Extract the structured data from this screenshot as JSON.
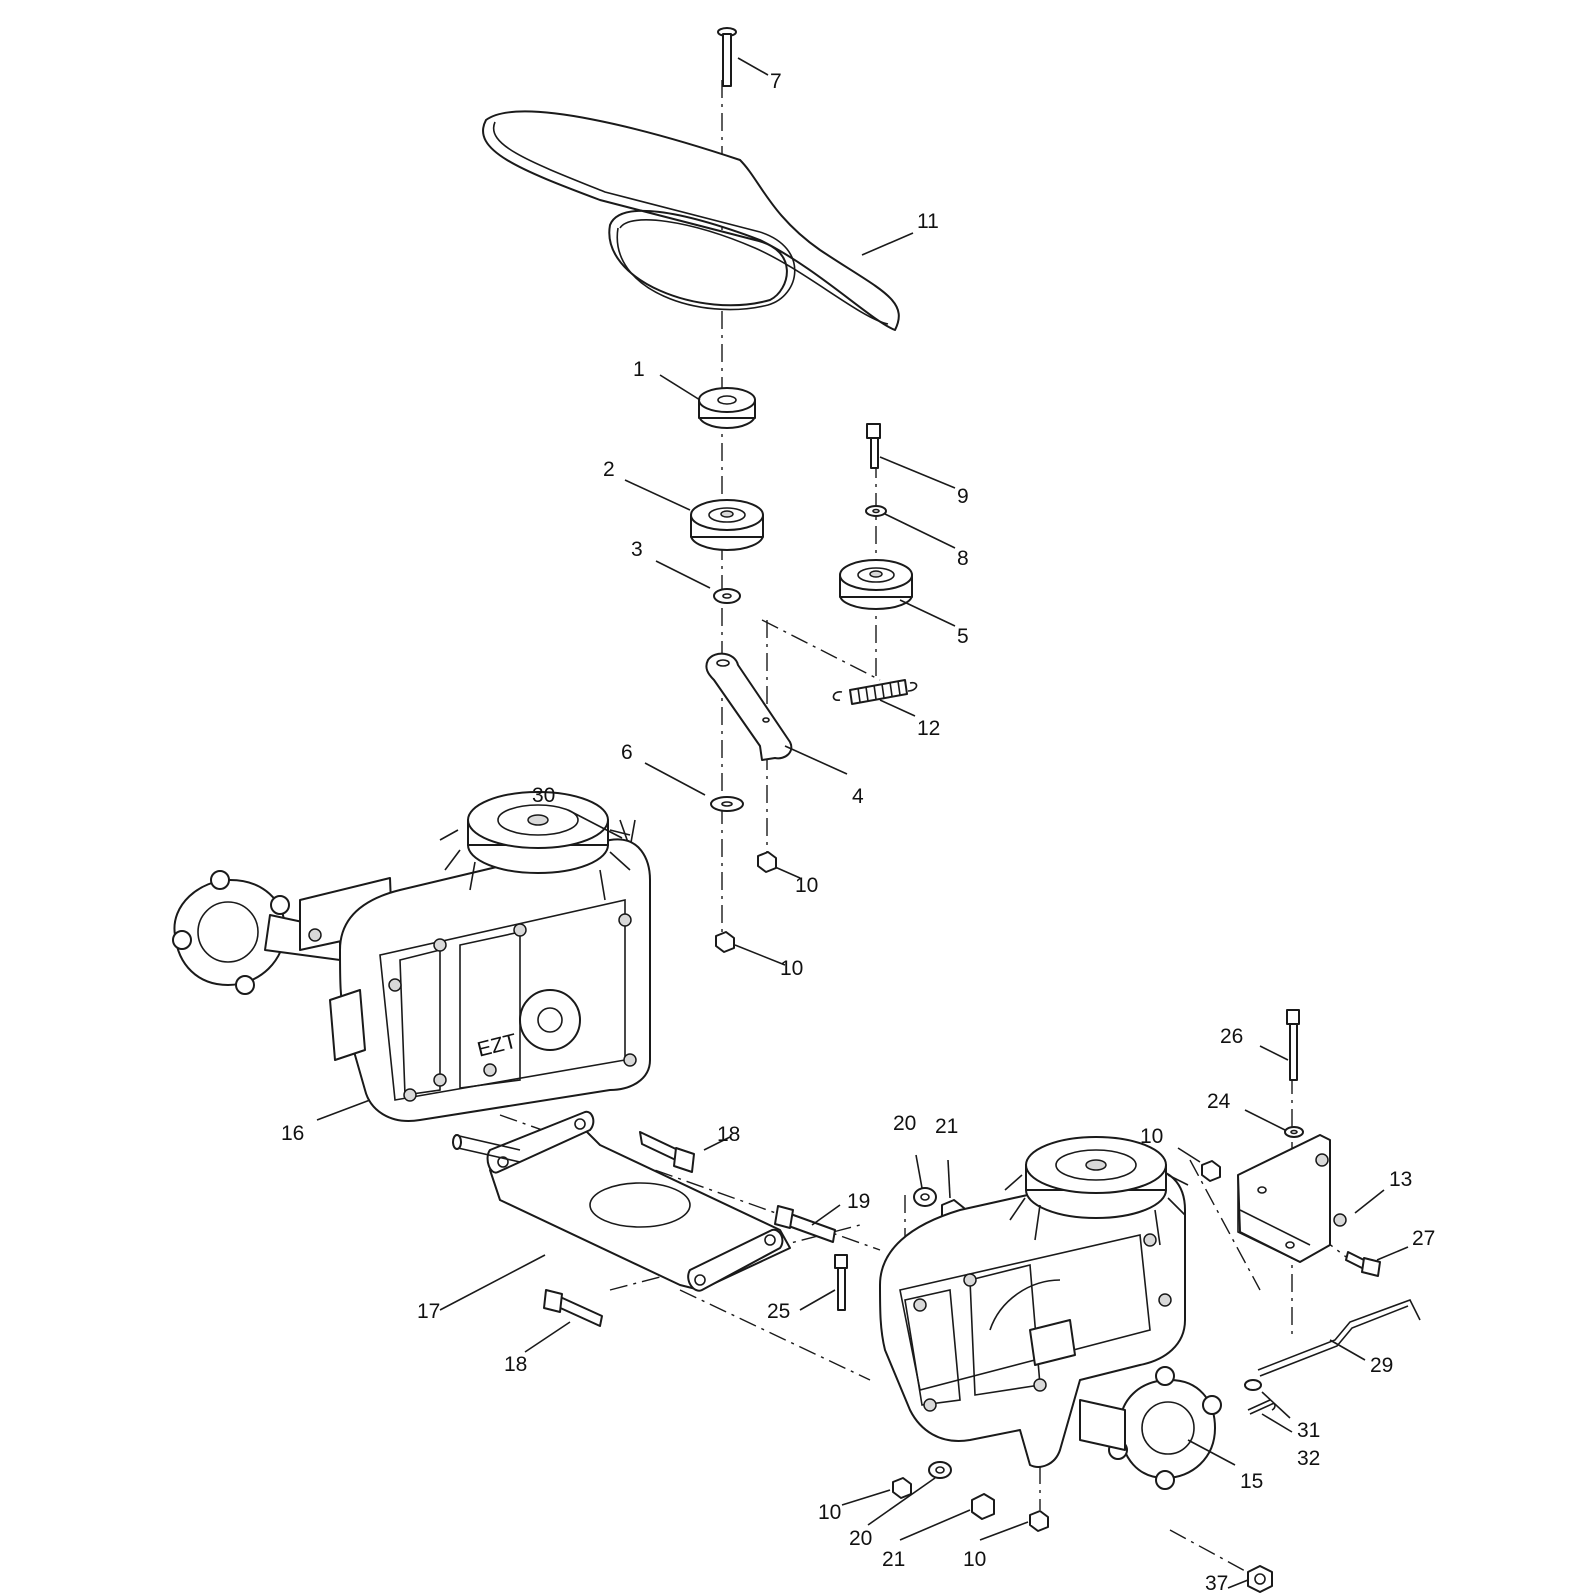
{
  "callouts": [
    {
      "id": "c7",
      "text": "7"
    },
    {
      "id": "c11",
      "text": "11"
    },
    {
      "id": "c1",
      "text": "1"
    },
    {
      "id": "c2",
      "text": "2"
    },
    {
      "id": "c9",
      "text": "9"
    },
    {
      "id": "c8",
      "text": "8"
    },
    {
      "id": "c3",
      "text": "3"
    },
    {
      "id": "c5",
      "text": "5"
    },
    {
      "id": "c12",
      "text": "12"
    },
    {
      "id": "c6",
      "text": "6"
    },
    {
      "id": "c4",
      "text": "4"
    },
    {
      "id": "c30",
      "text": "30"
    },
    {
      "id": "c10a",
      "text": "10"
    },
    {
      "id": "c10b",
      "text": "10"
    },
    {
      "id": "c26",
      "text": "26"
    },
    {
      "id": "c24",
      "text": "24"
    },
    {
      "id": "c16",
      "text": "16"
    },
    {
      "id": "c18a",
      "text": "18"
    },
    {
      "id": "c20a",
      "text": "20"
    },
    {
      "id": "c21a",
      "text": "21"
    },
    {
      "id": "c10c",
      "text": "10"
    },
    {
      "id": "c13",
      "text": "13"
    },
    {
      "id": "c19",
      "text": "19"
    },
    {
      "id": "c27",
      "text": "27"
    },
    {
      "id": "c17",
      "text": "17"
    },
    {
      "id": "c25",
      "text": "25"
    },
    {
      "id": "c29",
      "text": "29"
    },
    {
      "id": "c18b",
      "text": "18"
    },
    {
      "id": "c31",
      "text": "31"
    },
    {
      "id": "c32",
      "text": "32"
    },
    {
      "id": "c10d",
      "text": "10"
    },
    {
      "id": "c20b",
      "text": "20"
    },
    {
      "id": "c15",
      "text": "15"
    },
    {
      "id": "c21b",
      "text": "21"
    },
    {
      "id": "c10e",
      "text": "10"
    },
    {
      "id": "c37",
      "text": "37"
    }
  ],
  "housing_text": "EZT"
}
